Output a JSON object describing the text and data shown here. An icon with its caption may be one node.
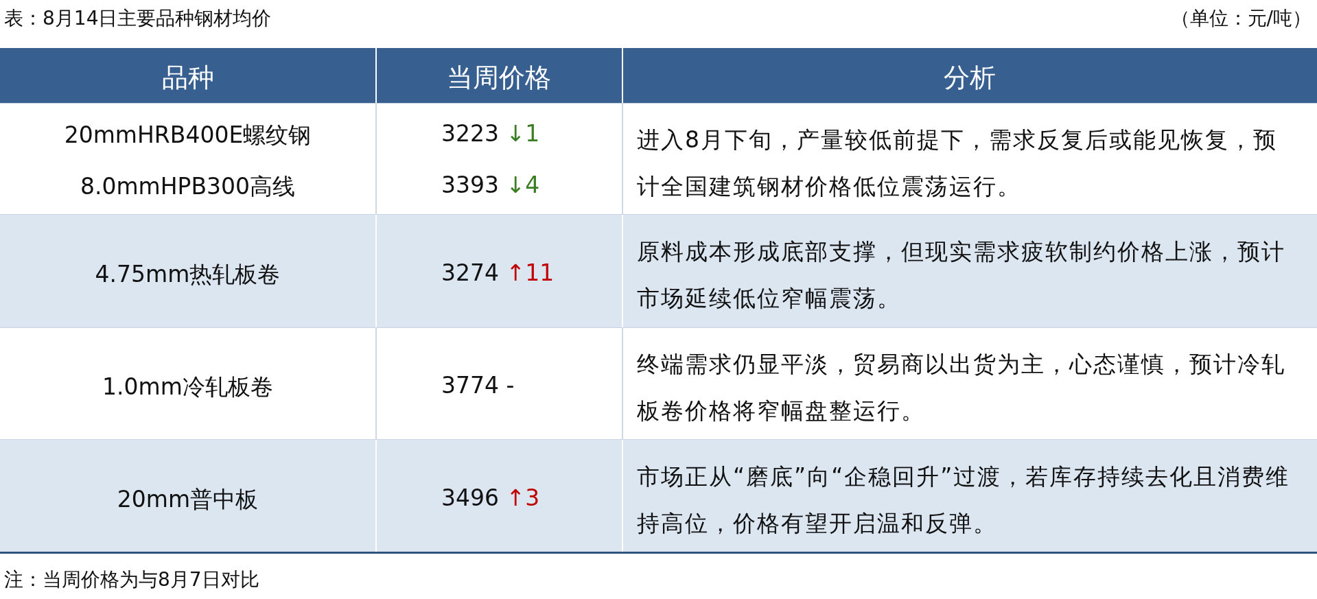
{
  "diagram": {
    "title": "表：8月14日主要品种钢材均价",
    "labels": [
      "（单位：元/吨）",
      "品种",
      "当周价格",
      "分析",
      "20mmHRB400E螺纹钢",
      "3223 ↓1",
      "进入8月下旬，产量较低前提下，需求反复后或能见恢复，预计全国建筑钢材价格低位震荡运行。",
      "8.0mmHPB300高线",
      "3393 ↓4",
      "4.75mm热轧板卷",
      "3274 ↑11",
      "原料成本形成底部支撑，但现实需求疲软制约价格上涨，预计市场延续低位窄幅震荡。",
      "1.0mm冷轧板卷",
      "3774 -",
      "终端需求仍显平淡，贸易商以出货为主，心态谨慎，预计冷轧板卷价格将窄幅盘整运行。",
      "20mm普中板",
      "3496 ↑3",
      "市场正从“磨底”向“企稳回升”过渡，若库存持续去化且消费维持高位，价格有望开启温和反弹。",
      "注：当周价格为与8月7日对比"
    ]
  }
}
